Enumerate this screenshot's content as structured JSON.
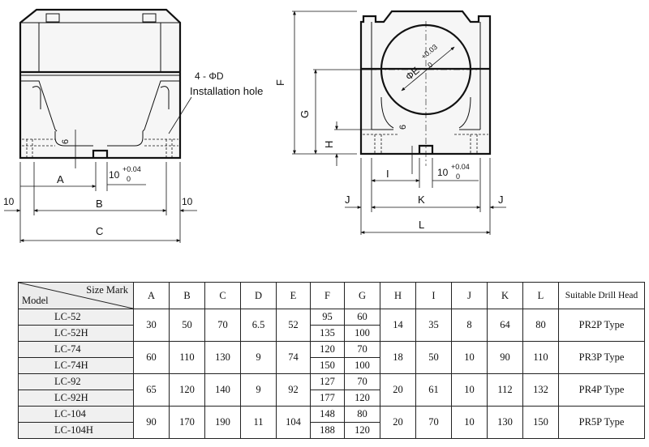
{
  "drawing": {
    "installation_hole_spec": "4 - ΦD",
    "installation_hole_label": "Installation hole",
    "bore_label": "ΦE",
    "bore_tol_upper": "+0.03",
    "bore_tol_lower": "0",
    "keyway_width": "10",
    "keyway_tol_upper": "+0.04",
    "keyway_tol_lower": "0",
    "keyway_depth": "6",
    "margin_value": "10",
    "labels": {
      "A": "A",
      "B": "B",
      "C": "C",
      "F": "F",
      "G": "G",
      "H": "H",
      "I": "I",
      "J": "J",
      "K": "K",
      "L": "L"
    }
  },
  "table": {
    "header_size_mark": "Size Mark",
    "header_model": "Model",
    "columns": [
      "A",
      "B",
      "C",
      "D",
      "E",
      "F",
      "G",
      "H",
      "I",
      "J",
      "K",
      "L",
      "Suitable Drill Head"
    ],
    "groups": [
      {
        "models": [
          "LC-52",
          "LC-52H"
        ],
        "A": "30",
        "B": "50",
        "C": "70",
        "D": "6.5",
        "E": "52",
        "F": [
          "95",
          "135"
        ],
        "G": [
          "60",
          "100"
        ],
        "H": "14",
        "I": "35",
        "J": "8",
        "K": "64",
        "L": "80",
        "drill": "PR2P Type"
      },
      {
        "models": [
          "LC-74",
          "LC-74H"
        ],
        "A": "60",
        "B": "110",
        "C": "130",
        "D": "9",
        "E": "74",
        "F": [
          "120",
          "150"
        ],
        "G": [
          "70",
          "100"
        ],
        "H": "18",
        "I": "50",
        "J": "10",
        "K": "90",
        "L": "110",
        "drill": "PR3P Type"
      },
      {
        "models": [
          "LC-92",
          "LC-92H"
        ],
        "A": "65",
        "B": "120",
        "C": "140",
        "D": "9",
        "E": "92",
        "F": [
          "127",
          "177"
        ],
        "G": [
          "70",
          "120"
        ],
        "H": "20",
        "I": "61",
        "J": "10",
        "K": "112",
        "L": "132",
        "drill": "PR4P Type"
      },
      {
        "models": [
          "LC-104",
          "LC-104H"
        ],
        "A": "90",
        "B": "170",
        "C": "190",
        "D": "11",
        "E": "104",
        "F": [
          "148",
          "188"
        ],
        "G": [
          "80",
          "120"
        ],
        "H": "20",
        "I": "70",
        "J": "10",
        "K": "130",
        "L": "150",
        "drill": "PR5P Type"
      }
    ]
  }
}
